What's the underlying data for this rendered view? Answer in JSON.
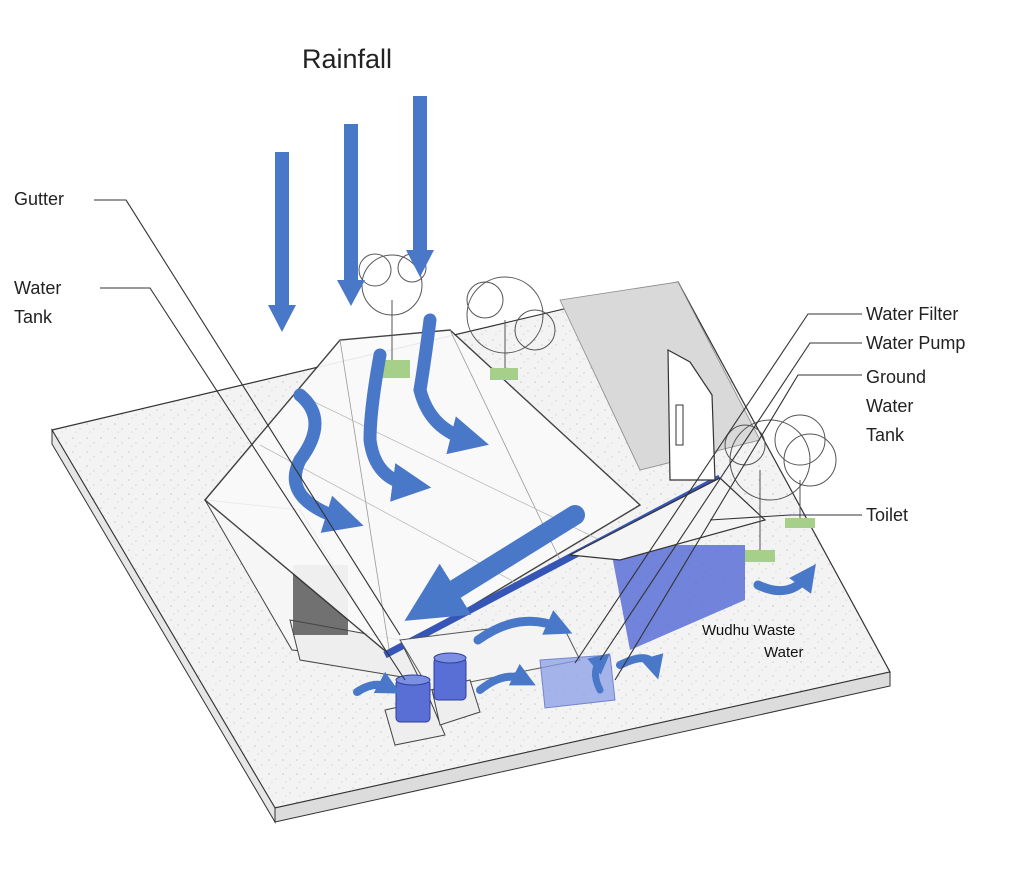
{
  "diagram": {
    "title": "Rainfall",
    "labels": {
      "gutter": "Gutter",
      "water_tank": [
        "Water",
        "Tank"
      ],
      "water_filter": "Water Filter",
      "water_pump": "Water Pump",
      "ground_water_tank": [
        "Ground",
        "Water",
        "Tank"
      ],
      "toilet": "Toilet",
      "wudhu_waste_water": [
        "Wudhu Waste",
        "Water"
      ]
    },
    "colors": {
      "flow": "#4a78c8",
      "tank": "#5a6fd6",
      "ground": "#f2f2f2",
      "line": "#333333"
    }
  }
}
